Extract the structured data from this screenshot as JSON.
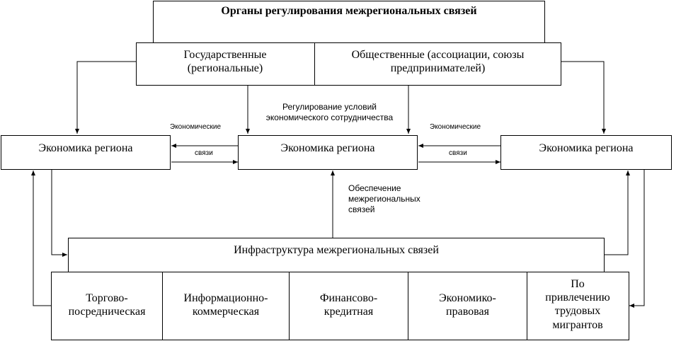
{
  "top": {
    "title": "Органы регулирования межрегиональных связей",
    "state": "Государственные (региональные)",
    "public": "Общественные (ассоциации, союзы предпринимателей)"
  },
  "regions": {
    "left": "Экономика региона",
    "center": "Экономика региона",
    "right": "Экономика региона"
  },
  "labels": {
    "regulation": "Регулирование условий экономического сотрудничества",
    "econ_left": "Экономические",
    "links_left": "связи",
    "econ_right": "Экономические",
    "links_right": "связи",
    "provision": "Обеспечение межрегиональных связей"
  },
  "infrastructure": {
    "title": "Инфраструктура межрегиональных связей",
    "items": [
      "Торгово-посредническая",
      "Информационно-коммерческая",
      "Финансово-кредитная",
      "Экономико-правовая",
      "По привлечению трудовых мигрантов"
    ]
  }
}
